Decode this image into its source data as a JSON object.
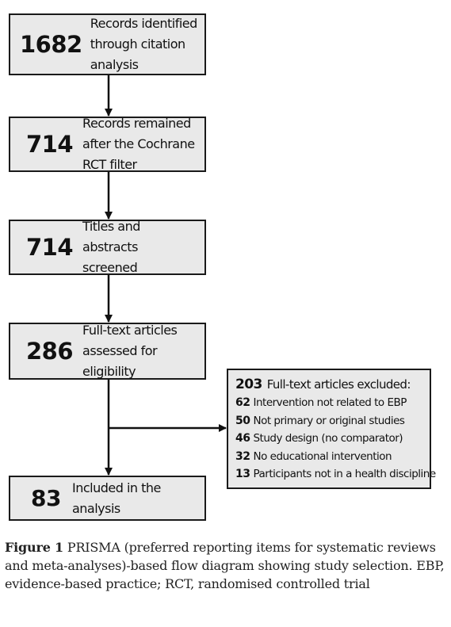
{
  "boxes": {
    "identified": {
      "count": "1682",
      "text": "Records identified through citation analysis"
    },
    "after_filter": {
      "count": "714",
      "text": "Records remained after the Cochrane RCT filter"
    },
    "screened": {
      "count": "714",
      "text": "Titles and abstracts screened"
    },
    "eligibility": {
      "count": "286",
      "text": "Full-text articles assessed for eligibility"
    },
    "included": {
      "count": "83",
      "text": "Included in the analysis"
    }
  },
  "excluded": {
    "count": "203",
    "text": "Full-text articles excluded:",
    "reasons": [
      {
        "count": "62",
        "text": "Intervention not related to EBP"
      },
      {
        "count": "50",
        "text": "Not primary or original studies"
      },
      {
        "count": "46",
        "text": "Study design (no comparator)"
      },
      {
        "count": "32",
        "text": "No educational intervention"
      },
      {
        "count": "13",
        "text": "Participants not in a health discipline"
      }
    ]
  },
  "caption": {
    "label": "Figure 1",
    "text": "PRISMA (preferred reporting items for systematic reviews and meta-analyses)-based flow diagram showing study selection. EBP, evidence-based practice; RCT, randomised controlled trial"
  },
  "colors": {
    "box_fill": "#e9e9e9",
    "border": "#1a1a1a"
  }
}
